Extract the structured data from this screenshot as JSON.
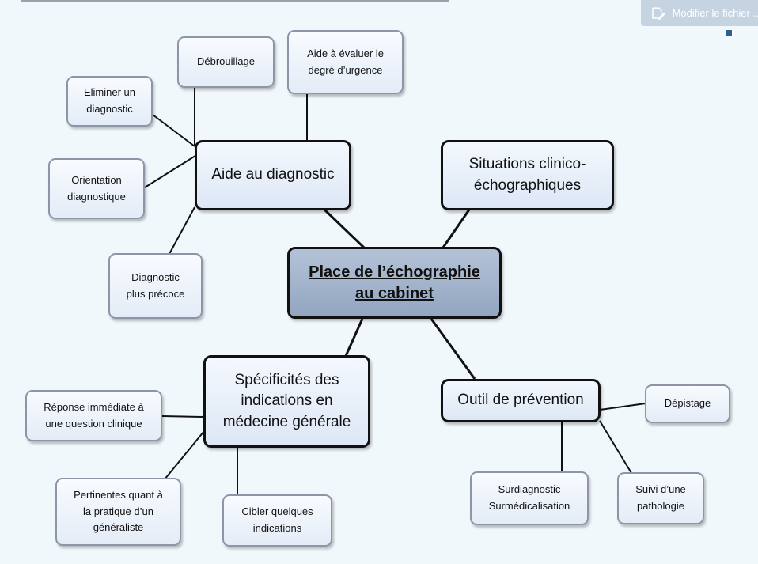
{
  "toolbar": {
    "edit_label": "Modifier le fichier ..."
  },
  "colors": {
    "line": "#111111",
    "center_fill": "#a3b4cc",
    "node_fill": "#eef4fb",
    "toolbar_bg": "#c6d4e2"
  },
  "diagram": {
    "center": "Place de l’échographie\nau cabinet",
    "aide": {
      "label": "Aide au diagnostic",
      "children": {
        "debrouillage": "Débrouillage",
        "urgence": "Aide à évaluer le\ndegré d’urgence",
        "eliminer": "Eliminer un\ndiagnostic",
        "orientation": "Orientation\ndiagnostique",
        "precoce": "Diagnostic\nplus précoce"
      }
    },
    "situations": {
      "label": "Situations clinico-\néchographiques"
    },
    "specificites": {
      "label": "Spécificités des\nindications en\nmédecine générale",
      "children": {
        "reponse": "Réponse immédiate à\nune question clinique",
        "pertinentes": "Pertinentes quant à\nla pratique d’un\ngénéraliste",
        "cibler": "Cibler quelques\nindications"
      }
    },
    "outil": {
      "label": "Outil de prévention",
      "children": {
        "depistage": "Dépistage",
        "surdiag": "Surdiagnostic\nSurmédicalisation",
        "suivi": "Suivi d’une\npathologie"
      }
    }
  }
}
